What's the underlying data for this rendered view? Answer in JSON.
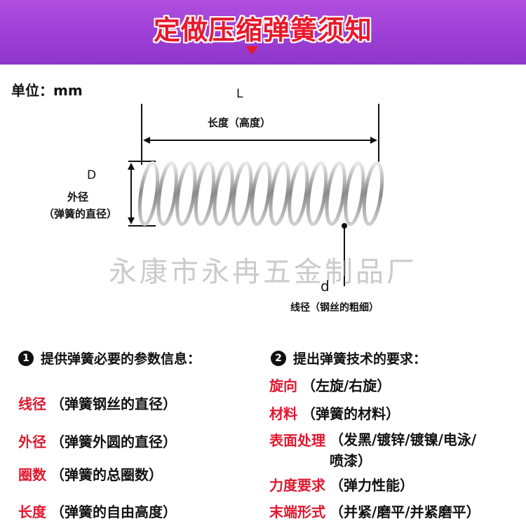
{
  "banner": {
    "title": "定做压缩弹簧须知"
  },
  "unit": "单位：mm",
  "diagram": {
    "length_letter": "L",
    "length_label": "长度（高度）",
    "outer_letter": "D",
    "outer_label_1": "外径",
    "outer_label_2": "（弹簧的直径）",
    "wire_letter": "d",
    "wire_label": "线径（钢丝的粗细）"
  },
  "watermark": "永康市永冉五金制品厂",
  "left": {
    "bullet": "1",
    "heading": "提供弹簧必要的参数信息：",
    "items": [
      {
        "key": "线径",
        "val": "（弹簧钢丝的直径）"
      },
      {
        "key": "外径",
        "val": "（弹簧外圆的直径）"
      },
      {
        "key": "圈数",
        "val": "（弹簧的总圈数）"
      },
      {
        "key": "长度",
        "val": "（弹簧的自由高度）"
      }
    ]
  },
  "right": {
    "bullet": "2",
    "heading": "提出弹簧技术的要求：",
    "items": [
      {
        "key": "旋向",
        "val": "（左旋/右旋）"
      },
      {
        "key": "材料",
        "val": "（弹簧的材料）"
      },
      {
        "key": "表面处理",
        "val": "（发黑/镀锌/镀镍/电泳/喷漆）"
      },
      {
        "key": "力度要求",
        "val": "（弹力性能）"
      },
      {
        "key": "末端形式",
        "val": "（并紧/磨平/并紧磨平）"
      }
    ]
  },
  "colors": {
    "banner": "#9d3fd6",
    "accent": "#e0182f"
  }
}
